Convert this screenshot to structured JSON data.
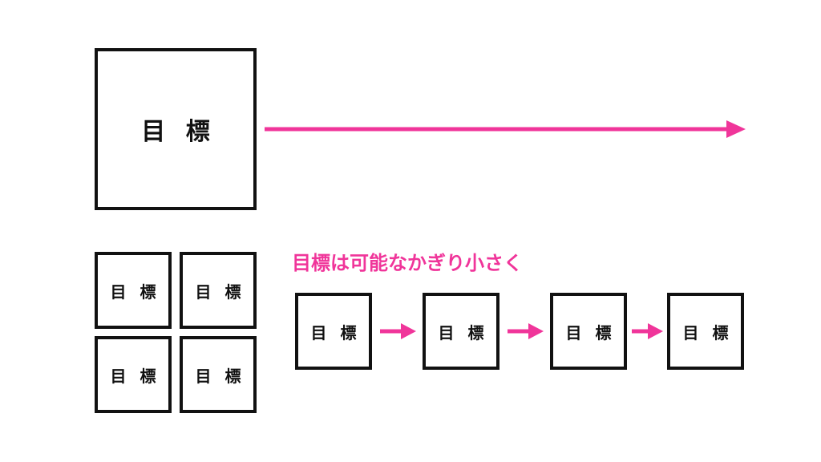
{
  "colors": {
    "accent": "#f0359a",
    "box_border": "#111111"
  },
  "main_goal": {
    "label": "目 標"
  },
  "grid_goals": [
    {
      "label": "目 標"
    },
    {
      "label": "目 標"
    },
    {
      "label": "目 標"
    },
    {
      "label": "目 標"
    }
  ],
  "caption": "目標は可能なかぎり小さく",
  "chain_goals": [
    {
      "label": "目 標"
    },
    {
      "label": "目 標"
    },
    {
      "label": "目 標"
    },
    {
      "label": "目 標"
    }
  ]
}
